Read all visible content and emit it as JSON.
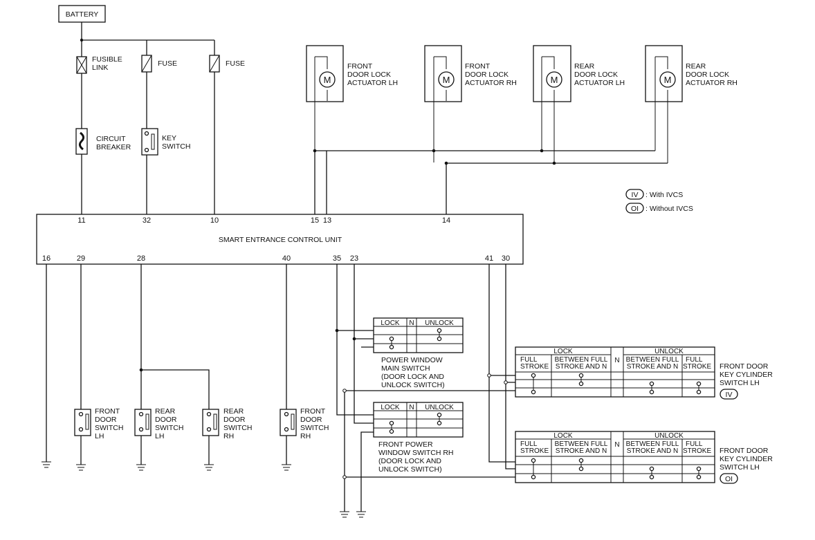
{
  "battery": "BATTERY",
  "fusible_link": [
    "FUSIBLE",
    "LINK"
  ],
  "fuse_1": "FUSE",
  "fuse_2": "FUSE",
  "circuit_breaker": [
    "CIRCUIT",
    "BREAKER"
  ],
  "key_switch": [
    "KEY",
    "SWITCH"
  ],
  "actuators": [
    [
      "FRONT",
      "DOOR LOCK",
      "ACTUATOR LH"
    ],
    [
      "FRONT",
      "DOOR LOCK",
      "ACTUATOR RH"
    ],
    [
      "REAR",
      "DOOR LOCK",
      "ACTUATOR LH"
    ],
    [
      "REAR",
      "DOOR LOCK",
      "ACTUATOR RH"
    ]
  ],
  "motor_symbol": "M",
  "legend": [
    {
      "code": "IV",
      "text": ": With IVCS"
    },
    {
      "code": "OI",
      "text": ": Without IVCS"
    }
  ],
  "control_unit": {
    "label": "SMART ENTRANCE CONTROL UNIT",
    "top_pins": [
      "11",
      "32",
      "10",
      "15",
      "13",
      "14"
    ],
    "bottom_pins": [
      "16",
      "29",
      "28",
      "40",
      "35",
      "23",
      "41",
      "30"
    ]
  },
  "door_switches": [
    [
      "FRONT",
      "DOOR",
      "SWITCH",
      "LH"
    ],
    [
      "REAR",
      "DOOR",
      "SWITCH",
      "LH"
    ],
    [
      "REAR",
      "DOOR",
      "SWITCH",
      "RH"
    ],
    [
      "FRONT",
      "DOOR",
      "SWITCH",
      "RH"
    ]
  ],
  "power_window_main": {
    "headers": [
      "LOCK",
      "N",
      "UNLOCK"
    ],
    "label": [
      "POWER WINDOW",
      "MAIN SWITCH",
      "(DOOR LOCK AND",
      "UNLOCK SWITCH)"
    ]
  },
  "front_power_window_rh": {
    "headers": [
      "LOCK",
      "N",
      "UNLOCK"
    ],
    "label": [
      "FRONT POWER",
      "WINDOW SWITCH RH",
      "(DOOR LOCK AND",
      "UNLOCK SWITCH)"
    ]
  },
  "key_cylinder": {
    "lock": "LOCK",
    "unlock": "UNLOCK",
    "n": "N",
    "cols": [
      [
        "FULL",
        "STROKE"
      ],
      [
        "BETWEEN FULL",
        "STROKE AND N"
      ],
      [
        "BETWEEN FULL",
        "STROKE AND N"
      ],
      [
        "FULL",
        "STROKE"
      ]
    ],
    "label": [
      "FRONT DOOR",
      "KEY CYLINDER",
      "SWITCH LH"
    ],
    "variants": [
      "IV",
      "OI"
    ]
  }
}
